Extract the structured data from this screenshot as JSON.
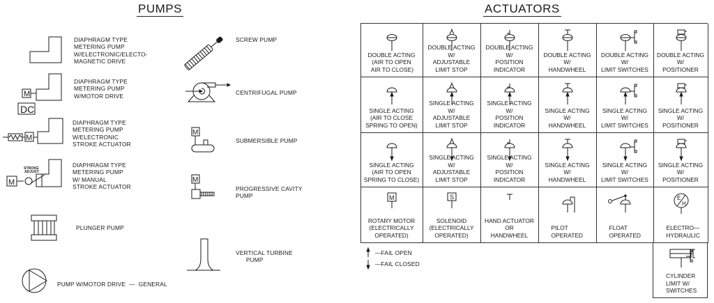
{
  "pumps": {
    "title": "PUMPS",
    "items": [
      {
        "id": "diaphragm-electronic",
        "label": "DIAPHRAGM TYPE\nMETERING PUMP\nW/ELECTRONIC/ELECTO-\nMAGNETIC DRIVE"
      },
      {
        "id": "diaphragm-motor",
        "label": "DIAPHRAGM TYPE\nMETERING PUMP\nW/MOTOR DRIVE",
        "symbol_text": [
          "M",
          "DC"
        ]
      },
      {
        "id": "diaphragm-electronic-stroke",
        "label": "DIAPHRAGM TYPE\nMETERING PUMP\nW/ELECTRONIC\nSTROKE ACTUATOR",
        "symbol_text": [
          "M"
        ]
      },
      {
        "id": "diaphragm-manual-stroke",
        "label": "DIAPHRAGM TYPE\nMETERING PUMP\nW/ MANUAL\nSTROKE ACTUATOR",
        "symbol_text": [
          "M",
          "STROKE\nADJUST"
        ]
      },
      {
        "id": "plunger",
        "label": "PLUNGER PUMP"
      },
      {
        "id": "general",
        "label": "PUMP W/MOTOR DRIVE  —  GENERAL"
      },
      {
        "id": "screw",
        "label": "SCREW PUMP"
      },
      {
        "id": "centrifugal",
        "label": "CENTRIFUGAL PUMP"
      },
      {
        "id": "submersible",
        "label": "SUBMERSIBLE PUMP",
        "symbol_text": [
          "M"
        ]
      },
      {
        "id": "progressive-cavity",
        "label": "PROGRESSIVE CAVITY\nPUMP",
        "symbol_text": [
          "M"
        ]
      },
      {
        "id": "vertical-turbine",
        "label": "VERTICAL TURBINE\n      PUMP"
      }
    ]
  },
  "actuators": {
    "title": "ACTUATORS",
    "rows": [
      [
        {
          "label": "DOUBLE ACTING\n(AIR TO OPEN\n AIR TO CLOSE)",
          "symbol": "double-acting"
        },
        {
          "label": "DOUBLE ACTING\nW/\nADJUSTABLE\nLIMIT STOP",
          "symbol": "double-acting-limit-stop"
        },
        {
          "label": "DOUBLE ACTING\nW/\nPOSITION\nINDICATOR",
          "symbol": "double-acting-position-indicator"
        },
        {
          "label": "DOUBLE ACTING\nW/\nHANDWHEEL",
          "symbol": "double-acting-handwheel"
        },
        {
          "label": "DOUBLE ACTING\nW/\nLIMIT SWITCHES",
          "symbol": "double-acting-limit-switches"
        },
        {
          "label": "DOUBLE ACTING\nW/\nPOSITIONER",
          "symbol": "double-acting-positioner"
        }
      ],
      [
        {
          "label": "SINGLE ACTING\n(AIR TO CLOSE\nSPRING TO OPEN)",
          "symbol": "single-acting-up"
        },
        {
          "label": "SINGLE ACTING\nW/\nADJUSTABLE\nLIMIT STOP",
          "symbol": "single-acting-limit-stop-up"
        },
        {
          "label": "SINGLE ACTING\nW/\nPOSITION\nINDICATOR",
          "symbol": "single-acting-position-indicator-up"
        },
        {
          "label": "SINGLE ACTING\nW/\nHANDWHEEL",
          "symbol": "single-acting-handwheel-up"
        },
        {
          "label": "SINGLE ACTING\nW/\nLIMIT SWITCHES",
          "symbol": "single-acting-limit-switches-up"
        },
        {
          "label": "SINGLE ACTING\nW/\nPOSITIONER",
          "symbol": "single-acting-positioner-up"
        }
      ],
      [
        {
          "label": "SINGLE ACTING\n(AIR TO OPEN\nSPRING TO CLOSE)",
          "symbol": "single-acting-down"
        },
        {
          "label": "SINGLE ACTING\nW/\nADJUSTABLE\nLIMIT STOP",
          "symbol": "single-acting-limit-stop-down"
        },
        {
          "label": "SINGLE ACTING\nW/\nPOSITION\nINDICATOR",
          "symbol": "single-acting-position-indicator-down"
        },
        {
          "label": "SINGLE ACTING\nW/\nHANDWHEEL",
          "symbol": "single-acting-handwheel-down"
        },
        {
          "label": "SINGLE ACTING\nW/\nLIMIT SWITCHES",
          "symbol": "single-acting-limit-switches-down"
        },
        {
          "label": "SINGLE ACTING\nW/\nPOSITIONER",
          "symbol": "single-acting-positioner-down"
        }
      ],
      [
        {
          "label": "ROTARY MOTOR\n(ELECTRICALLY\nOPERATED)",
          "symbol": "rotary-motor",
          "symbol_text": "M"
        },
        {
          "label": "SOLENOID\n(ELECTRICALLY\nOPERATED)",
          "symbol": "solenoid",
          "symbol_text": "S"
        },
        {
          "label": "HAND ACTUATOR\nOR\nHANDWHEEL",
          "symbol": "hand-actuator"
        },
        {
          "label": "PILOT\nOPERATED",
          "symbol": "pilot",
          "align": "left"
        },
        {
          "label": "FLOAT\nOPERATED",
          "symbol": "float",
          "align": "left"
        },
        {
          "label": "ELECTRO—\nHYDRAULIC",
          "symbol": "electro-hydraulic",
          "align": "left",
          "symbol_text": [
            "E",
            "H"
          ]
        }
      ]
    ],
    "extra_cell": {
      "label": "CYLINDER\nLIMIT W/\nSWITCHES",
      "symbol": "cylinder-limit-switches",
      "align": "left"
    },
    "legend": [
      {
        "symbol": "arrow-up",
        "label": "—FAIL OPEN"
      },
      {
        "symbol": "arrow-down",
        "label": "—FAIL CLOSED"
      }
    ]
  }
}
